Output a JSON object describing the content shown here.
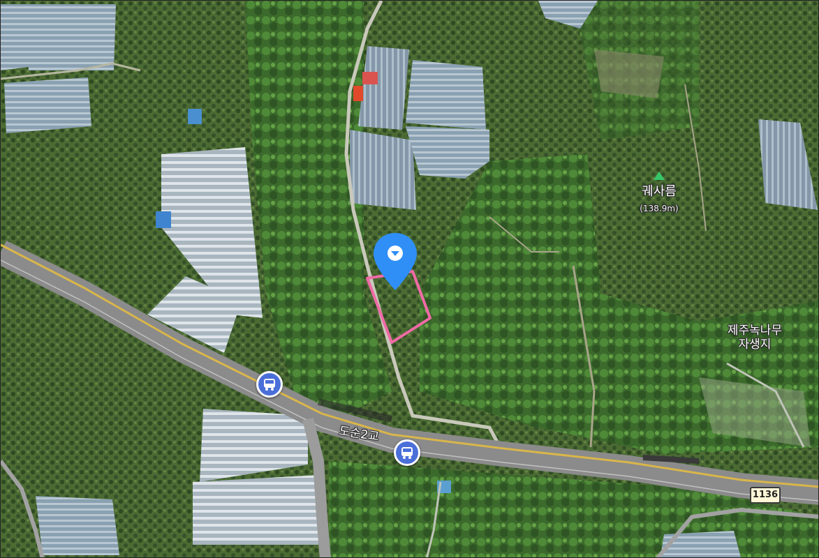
{
  "map": {
    "view": "satellite",
    "peak": {
      "name": "궤사름",
      "elevation": "(138.9m)",
      "icon": "mountain-peak-icon",
      "icon_color": "#35c76a"
    },
    "forest_label": {
      "line1": "제주녹나무",
      "line2": "자생지"
    },
    "bridge_label": "도순2교",
    "route_number": "1136",
    "marker": {
      "icon": "location-pin-icon",
      "color": "#2f8ff7"
    },
    "parcel_outline_color": "#f06aa6",
    "bus_stops": [
      {
        "icon": "bus-stop-icon",
        "color": "#4a6fd9"
      },
      {
        "icon": "bus-stop-icon",
        "color": "#4a6fd9"
      }
    ]
  }
}
